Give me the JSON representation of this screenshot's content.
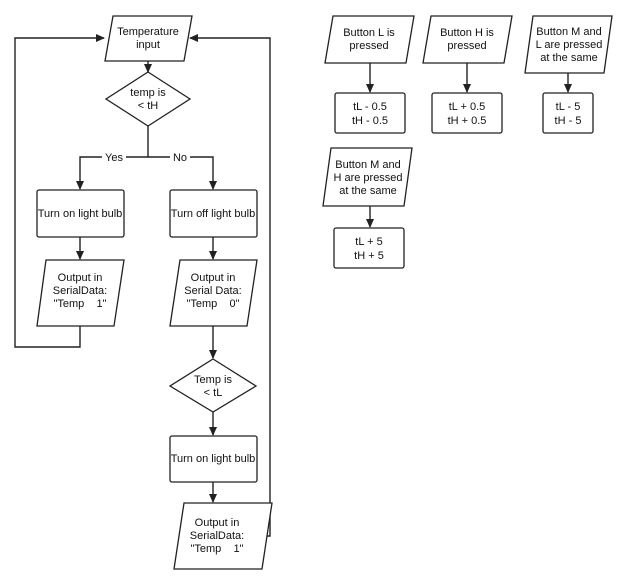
{
  "flowchart": {
    "start": {
      "line1": "Temperature",
      "line2": "input"
    },
    "decision_high": {
      "line1": "temp is",
      "line2": "< tH"
    },
    "yes_label": "Yes",
    "no_label": "No",
    "bulb_on_1": "Turn on light bulb",
    "bulb_off": "Turn off light bulb",
    "output_1": {
      "line1": "Output in",
      "line2": "SerialData:",
      "line3": "\"Temp    1\""
    },
    "output_0": {
      "line1": "Output in",
      "line2": "Serial Data:",
      "line3": "\"Temp    0\""
    },
    "decision_low": {
      "line1": "Temp is",
      "line2": "< tL"
    },
    "bulb_on_2": "Turn on light bulb",
    "output_2": {
      "line1": "Output in",
      "line2": "SerialData:",
      "line3": "\"Temp    1\""
    }
  },
  "buttons": {
    "button_l": {
      "input": {
        "line1": "Button L is",
        "line2": "pressed"
      },
      "result": {
        "line1": "tL - 0.5",
        "line2": "tH - 0.5"
      }
    },
    "button_h": {
      "input": {
        "line1": "Button H is",
        "line2": "pressed"
      },
      "result": {
        "line1": "tL + 0.5",
        "line2": "tH + 0.5"
      }
    },
    "button_ml": {
      "input": {
        "line1": "Button M and",
        "line2": "L are pressed",
        "line3": "at the same"
      },
      "result": {
        "line1": "tL - 5",
        "line2": "tH - 5"
      }
    },
    "button_mh": {
      "input": {
        "line1": "Button M and",
        "line2": "H are pressed",
        "line3": "at the same"
      },
      "result": {
        "line1": "tL + 5",
        "line2": "tH + 5"
      }
    }
  }
}
